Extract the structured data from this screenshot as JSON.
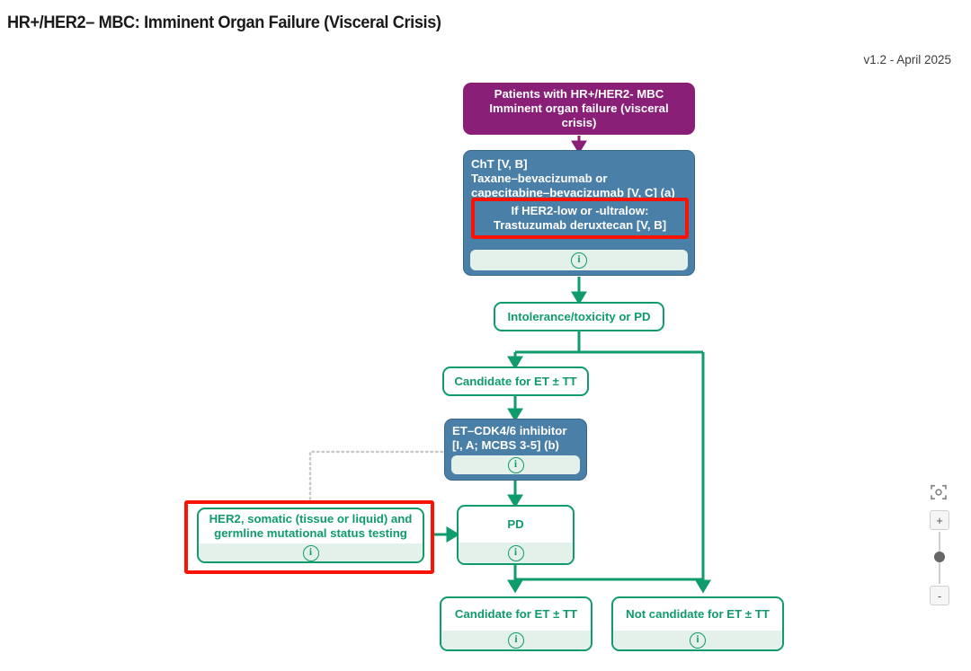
{
  "header": {
    "title": "HR+/HER2– MBC: Imminent Organ Failure (Visceral Crisis)",
    "version": "v1.2 - April 2025"
  },
  "colors": {
    "purple": "#8a1f78",
    "blue": "#4a7fa8",
    "green": "#0f9b6c",
    "highlight_red": "#fa1205",
    "info_bar": "#e4f0ea",
    "dotted_edge": "#c9c9c9"
  },
  "nodes": {
    "patients": {
      "line1": "Patients with HR+/HER2- MBC",
      "line2": "Imminent organ failure (visceral crisis)"
    },
    "cht": {
      "line1": "ChT [V, B]",
      "line2": "Taxane–bevacizumab or",
      "line3": "capecitabine–bevacizumab [V, C] (a)",
      "info_icon": "info-icon"
    },
    "her2_low_callout": {
      "line1": "If HER2-low or -ultralow:",
      "line2": "Trastuzumab deruxtecan [V, B]"
    },
    "intolerance": {
      "label": "Intolerance/toxicity or PD"
    },
    "candidate_et_tt_1": {
      "label": "Candidate for ET ± TT"
    },
    "et_cdk": {
      "line1": "ET–CDK4/6 inhibitor",
      "line2": "[I, A; MCBS 3-5] (b)",
      "info_icon": "info-icon"
    },
    "her2_testing": {
      "line1": "HER2, somatic (tissue or liquid) and",
      "line2": "germline mutational status testing",
      "info_icon": "info-icon"
    },
    "pd": {
      "label": "PD",
      "info_icon": "info-icon"
    },
    "candidate_et_tt_2": {
      "label": "Candidate for ET ± TT",
      "info_icon": "info-icon"
    },
    "not_candidate_et_tt": {
      "label": "Not candidate for ET ± TT",
      "info_icon": "info-icon"
    }
  },
  "info_glyph": "i",
  "zoom_controls": {
    "fit_icon": "fit-to-view-icon",
    "zoom_in_label": "+",
    "zoom_out_label": "-"
  }
}
